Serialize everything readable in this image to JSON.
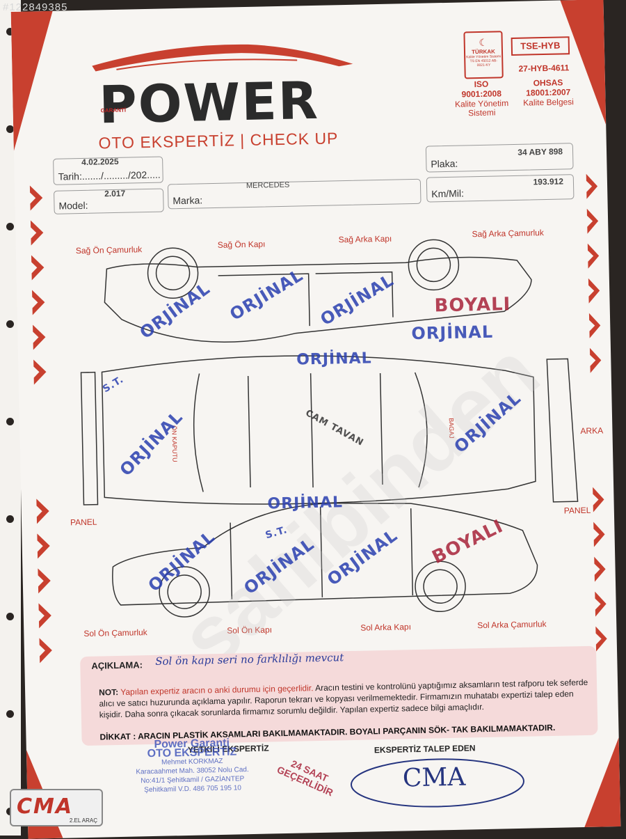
{
  "watermark_id": "#122849385",
  "logo": {
    "garanti": "GARANTİ",
    "brand": "POWER",
    "subtitle": "OTO EKSPERTİZ | CHECK UP"
  },
  "certs": {
    "turkak": "TÜRKAK",
    "turkak_sub": "Kalite Yönetim Sistemi TS EN 45012 AB-0021-KY",
    "tse": "TSE-HYB",
    "tse_num": "27-HYB-4611",
    "iso_title": "ISO",
    "iso_num": "9001:2008",
    "iso_desc1": "Kalite Yönetim",
    "iso_desc2": "Sistemi",
    "ohsas_title": "OHSAS",
    "ohsas_num": "18001:2007",
    "ohsas_desc": "Kalite Belgesi"
  },
  "form": {
    "tarih_label": "Tarih:......./........./202.....",
    "tarih_value": "4.02.2025",
    "model_label": "Model:",
    "model_value": "2.017",
    "marka_label": "Marka:",
    "marka_value": "MERCEDES",
    "plaka_label": "Plaka:",
    "plaka_value": "34 ABY 898",
    "km_label": "Km/Mil:",
    "km_value": "193.912"
  },
  "parts": {
    "sag_on_camurluk": "Sağ Ön Çamurluk",
    "sag_on_kapi": "Sağ Ön Kapı",
    "sag_arka_kapi": "Sağ Arka Kapı",
    "sag_arka_camurluk": "Sağ Arka Çamurluk",
    "sol_on_camurluk": "Sol Ön Çamurluk",
    "sol_on_kapi": "Sol Ön Kapı",
    "sol_arka_kapi": "Sol Arka Kapı",
    "sol_arka_camurluk": "Sol Arka Çamurluk",
    "panel_left": "PANEL",
    "panel_right": "PANEL",
    "arka": "ARKA",
    "on_kaputu": "ÖN KAPUTU",
    "bagaj": "BAGAJ"
  },
  "stamps": {
    "orjinal": "ORJİNAL",
    "boyali": "BOYALI",
    "st": "S.T.",
    "cam_tavan": "CAM TAVAN"
  },
  "description": {
    "label": "AÇIKLAMA:",
    "text": "Sol ön kapı seri no farklılığı mevcut"
  },
  "note": {
    "prefix": "NOT:",
    "red_text": "Yapılan expertiz aracın o anki durumu için geçerlidir.",
    "text": "Aracın testini ve kontrolünü yaptığımız aksamların test rafporu tek seferde alıcı ve satıcı huzurunda açıklama yapılır. Raporun tekrarı ve kopyası verilmemektedir. Firmamızın muhatabı expertizi talep eden kişidir. Daha sonra çıkacak sorunlarda firmamız sorumlu değildir. Yapılan expertiz sadece bilgi amaçlıdır.",
    "dikkat": "DİKKAT : ARACIN PLASTİK AKSAMLARI BAKILMAMAKTADIR. BOYALI PARÇANIN SÖK- TAK BAKILMAMAKTADIR."
  },
  "signatures": {
    "expert_label": "YETKİLİ EKSPERTİZ",
    "requester_label": "EKSPERTİZ TALEP EDEN",
    "requester_hand": "CMA",
    "company_line1": "Power Garanti",
    "company_line2": "OTO EKSPERTİZ",
    "company_line3": "Mehmet KORKMAZ",
    "company_line4": "Karacaahmet Mah. 38052 Nolu Cad.",
    "company_line5": "No:41/1 Şehitkamil / GAZİANTEP",
    "company_line6": "Şehitkamil V.D. 486 705 195 10",
    "validity_line1": "24 SAAT",
    "validity_line2": "GEÇERLİDİR"
  },
  "dealer_logo": {
    "name": "CMA",
    "sub": "2.EL ARAÇ"
  },
  "colors": {
    "accent_red": "#c8402f",
    "stamp_blue": "#2a3fb0",
    "stamp_red": "#a8233a",
    "desc_bg": "#f5dada"
  }
}
